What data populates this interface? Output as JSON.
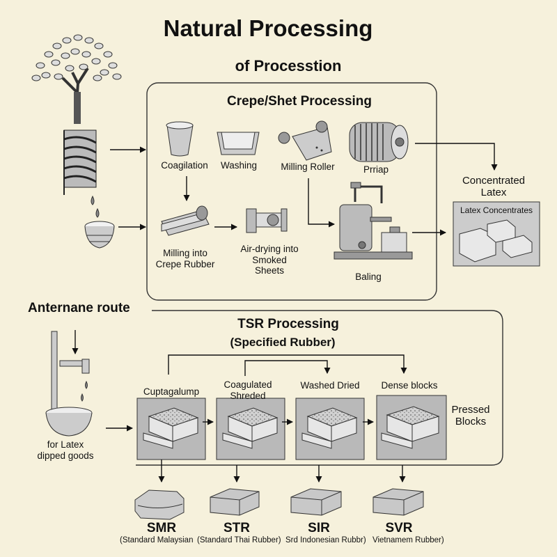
{
  "header": {
    "title": "Natural Processing",
    "subtitle": "of Processtion"
  },
  "crepe": {
    "heading": "Crepe/Shet Processing",
    "coagulation": "Coagilation",
    "washing": "Washing",
    "milling_roller": "Milling Roller",
    "dryer": "Prriap",
    "milling_crepe": [
      "Milling into",
      "Crepe Rubber"
    ],
    "air_drying": [
      "Air-drying into",
      "Smoked",
      "Sheets"
    ],
    "baling": "Baling"
  },
  "concentrated": {
    "heading": [
      "Concentrated",
      "Latex"
    ],
    "box_label": "Latex Concentrates"
  },
  "alternate": {
    "label": "Anternane route",
    "dipped": [
      "for Latex",
      "dipped goods"
    ]
  },
  "tsr": {
    "heading": "TSR Processing",
    "subheading": "(Specified Rubber)",
    "steps": [
      [
        "Cuptagalump"
      ],
      [
        "Coagulated",
        "Shreded"
      ],
      [
        "Washed Dried"
      ],
      [
        "Dense blocks"
      ]
    ],
    "pressed": [
      "Pressed",
      "Blocks"
    ]
  },
  "grades": [
    {
      "code": "SMR",
      "full": "(Standard Malaysian"
    },
    {
      "code": "STR",
      "full": "(Standard Thai Rubber)"
    },
    {
      "code": "SIR",
      "full": "Srd Indonesian Rubbr)"
    },
    {
      "code": "SVR",
      "full": "Vietnamem Rubber)"
    }
  ],
  "colors": {
    "background": "#f6f1dc",
    "ink": "#111111",
    "block_bg": "#b9b9b9"
  }
}
